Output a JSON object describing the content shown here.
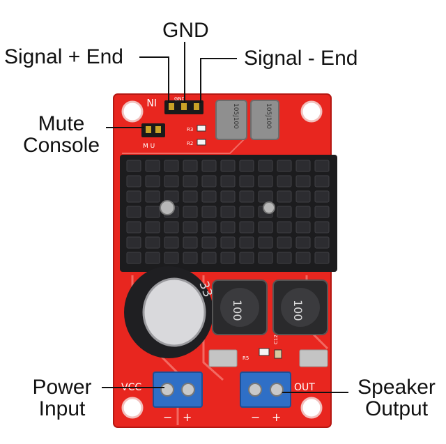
{
  "callouts": {
    "gnd": "GND",
    "signal_plus": "Signal + End",
    "signal_minus": "Signal - End",
    "mute_line1": "Mute",
    "mute_line2": "Console",
    "power_line1": "Power",
    "power_line2": "Input",
    "speaker_line1": "Speaker",
    "speaker_line2": "Output"
  },
  "silkscreen": {
    "input_label": "IN",
    "header_label": "GND",
    "mute_label": "M U",
    "r3": "R3",
    "r2": "R2",
    "cap_left_code": "105J100",
    "cap_right_code": "105J100",
    "electrolytic_value": "33",
    "inductor_left": "100",
    "inductor_right": "100",
    "vcc": "VCC",
    "out": "OUT",
    "minus": "−",
    "plus": "+",
    "c12": "C12",
    "r5": "R5"
  },
  "colors": {
    "pcb": "#e8261f",
    "heatsink": "#1c1c1e",
    "terminal": "#2f6fc6",
    "component_gray": "#8f8f8f"
  }
}
